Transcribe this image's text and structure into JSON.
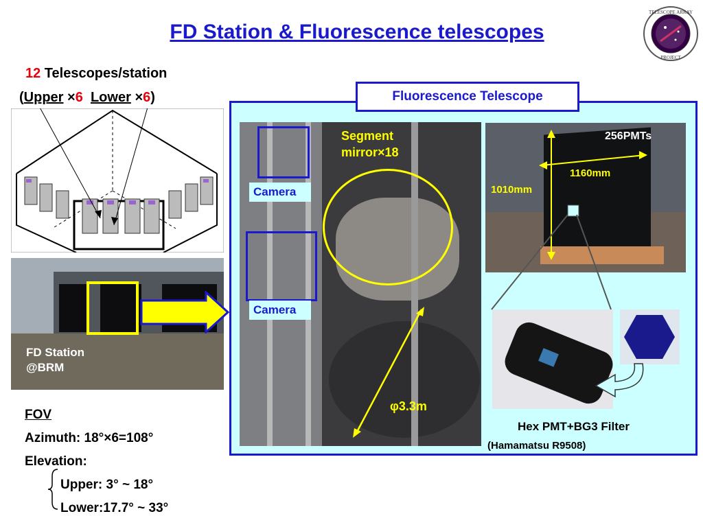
{
  "title": "FD Station & Fluorescence telescopes",
  "logo": {
    "icon": "telescope-array-project-logo",
    "text": "TELESCOPE ARRAY PROJECT"
  },
  "station_header": {
    "count": "12",
    "line1_rest": " Telescopes/station",
    "open_paren": "(",
    "upper": "Upper",
    "times1": "×",
    "upper_n": "6",
    "lower": "Lower",
    "times2": "×",
    "lower_n": "6",
    "close_paren": ")"
  },
  "station_photo": {
    "line1": "FD Station",
    "line2": "@BRM"
  },
  "fov": {
    "heading": "FOV",
    "azimuth": "Azimuth: 18°×6=108°",
    "elevation": "Elevation:",
    "upper": "Upper: 3° ~ 18°",
    "lower": "Lower:17.7° ~ 33°"
  },
  "panel": {
    "title": "Fluorescence Telescope",
    "segment_line1": "Segment",
    "segment_line2": "mirror×18",
    "camera_top": "Camera",
    "camera_bottom": "Camera",
    "diameter": "φ3.3m",
    "pmts": "256PMTs",
    "width_mm": "1160mm",
    "height_mm": "1010mm",
    "pmt_caption": "Hex PMT+BG3 Filter",
    "pmt_model": "(Hamamatsu R9508)"
  },
  "colors": {
    "title_blue": "#1a1acc",
    "accent_red": "#e8000b",
    "highlight_yellow": "#ffff00",
    "panel_bg": "#ccffff"
  }
}
